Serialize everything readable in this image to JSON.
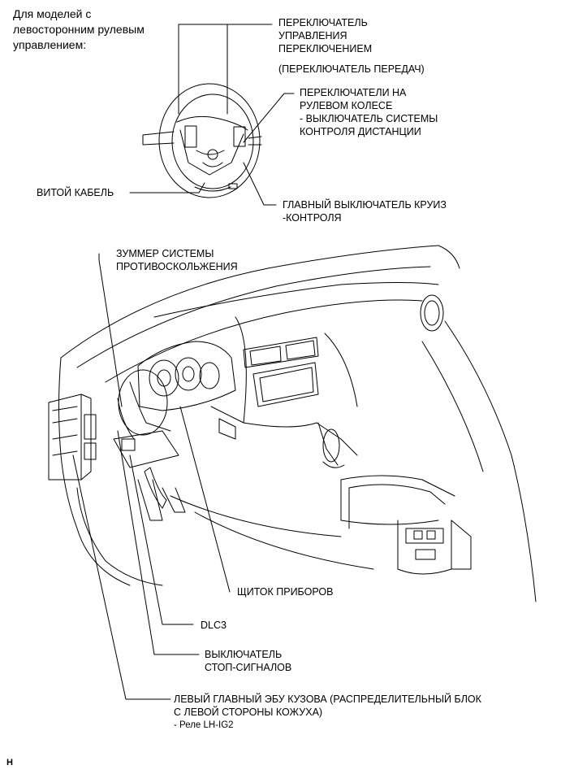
{
  "header_note": [
    "Для моделей с",
    "левосторонним рулевым",
    "управлением:"
  ],
  "labels": {
    "combination_switch": [
      "ПЕРЕКЛЮЧАТЕЛЬ",
      "УПРАВЛЕНИЯ",
      "ПЕРЕКЛЮЧЕНИЕМ"
    ],
    "gear_switch": "(ПЕРЕКЛЮЧАТЕЛЬ ПЕРЕДАЧ)",
    "steering_pad_switch": [
      "ПЕРЕКЛЮЧАТЕЛИ НА",
      "РУЛЕВОМ КОЛЕСЕ",
      "- ВЫКЛЮЧАТЕЛЬ СИСТЕМЫ",
      "КОНТРОЛЯ ДИСТАНЦИИ"
    ],
    "spiral_cable": "ВИТОЙ КАБЕЛЬ",
    "cruise_main_switch": [
      "ГЛАВНЫЙ ВЫКЛЮЧАТЕЛЬ КРУИЗ",
      "-КОНТРОЛЯ"
    ],
    "skid_buzzer": [
      "ЗУММЕР СИСТЕМЫ",
      "ПРОТИВОСКОЛЬЖЕНИЯ"
    ],
    "combination_meter": "ЩИТОК ПРИБОРОВ",
    "dlc3": "DLC3",
    "stop_light_switch": [
      "ВЫКЛЮЧАТЕЛЬ",
      "СТОП-СИГНАЛОВ"
    ],
    "main_body_ecu": [
      "ЛЕВЫЙ ГЛАВНЫЙ ЭБУ КУЗОВА (РАСПРЕДЕЛИТЕЛЬНЫЙ БЛОК",
      "С ЛЕВОЙ СТОРОНЫ КОЖУХА)"
    ],
    "relay": "- Реле LH-IG2"
  },
  "corner_mark": "H",
  "colors": {
    "line": "#000000",
    "background": "#ffffff"
  }
}
